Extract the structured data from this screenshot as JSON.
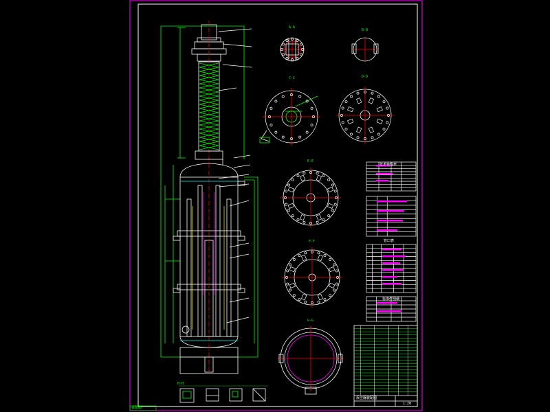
{
  "section_labels": {
    "a": "A-A",
    "b": "B-B",
    "c": "C-C",
    "d": "D-D",
    "e": "E-E",
    "f": "F-F",
    "g": "G-G",
    "h": "H-H"
  },
  "table_titles": {
    "tech": "技术特性表",
    "nozzle": "管口表",
    "std": "标准件明细"
  },
  "title_block": {
    "drawing_name": "反应器装配图",
    "scale": "1:20"
  },
  "corner_note": "装配图"
}
